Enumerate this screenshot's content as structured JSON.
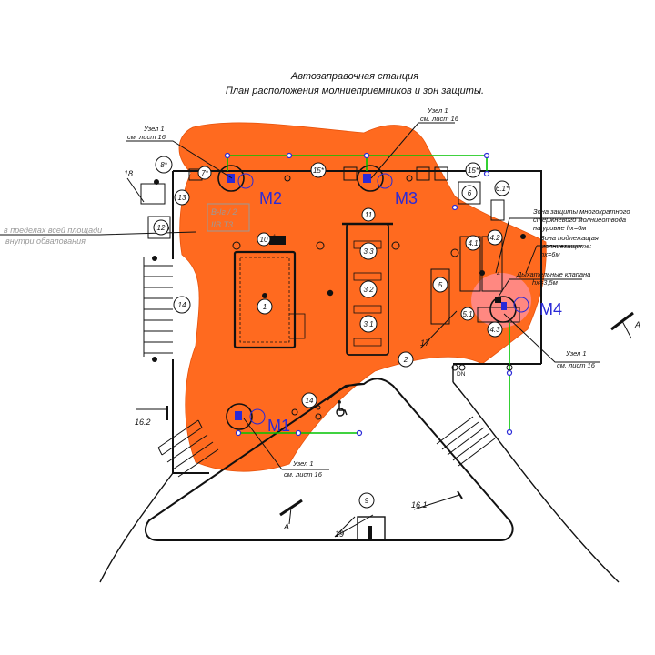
{
  "title": {
    "line1": "Автозаправочная станция",
    "line2": "План расположения молниеприемников и зон защиты."
  },
  "colors": {
    "zone": "#ff6a1f",
    "zone_small": "#ff8c8c",
    "conductor": "#00c400",
    "mast_label": "#2a2ad8",
    "line": "#111111",
    "pale_text": "#9a9a9a"
  },
  "masts": [
    {
      "label": "M1"
    },
    {
      "label": "M2"
    },
    {
      "label": "M3"
    },
    {
      "label": "M4"
    }
  ],
  "node_callouts": [
    {
      "line1": "Узел 1",
      "line2": "см. лист 16"
    },
    {
      "line1": "Узел 1",
      "line2": "см. лист 16"
    },
    {
      "line1": "Узел 1",
      "line2": "см. лист 16"
    },
    {
      "line1": "Узел 1",
      "line2": "см. лист 16"
    }
  ],
  "zone_notes": {
    "multi_line1": "Зона защиты многократного",
    "multi_line2": "стержневого молниеотвода",
    "multi_line3": "на уровне hx=6м",
    "protected_line1": "Зона подлежащая",
    "protected_line2": "молниезащите:",
    "protected_line3": "hx=6м",
    "valves_line1": "Дыхательные клапана",
    "valves_line2": "hx=3,5м"
  },
  "area_note": {
    "line1": "в пределах всей площади",
    "line2": "внутри обвалования"
  },
  "hazard_class": {
    "line1": "В-Iг / 2",
    "line2": "IIВ Т3"
  },
  "section_marks": [
    "A",
    "A"
  ],
  "lead_labels": [
    "16.2",
    "16.1",
    "17",
    "18",
    "19"
  ],
  "lattice_labels": [
    "1",
    "4",
    "DN"
  ],
  "circle_labels": [
    "8*",
    "13",
    "12",
    "11",
    "10",
    "1",
    "3.3",
    "3.2",
    "3.1",
    "5.1",
    "5",
    "4.1",
    "4.2",
    "4.3",
    "2",
    "14",
    "14",
    "9",
    "6",
    "15*",
    "15*",
    "6.1*",
    "7*"
  ]
}
